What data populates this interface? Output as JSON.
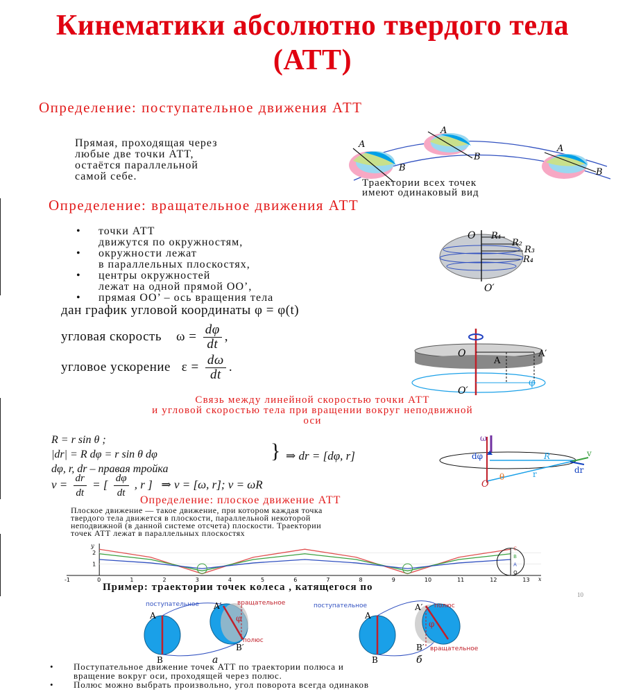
{
  "title_line1": "Кинематики абсолютно твердого тела",
  "title_line2": "(АТТ)",
  "sec1": {
    "heading": "Определение: поступательное движения АТТ",
    "text_lines": [
      "Прямая, проходящая через",
      "любые две точки АТТ,",
      "остаётся параллельной",
      "самой себе."
    ],
    "caption_lines": [
      "Траектории всех точек",
      "имеют одинаковый вид"
    ],
    "pointA": "A",
    "pointB": "B"
  },
  "sec2": {
    "heading": "Определение: вращательное движения АТТ",
    "bullets": [
      {
        "main": "точки АТТ",
        "cont": "движутся по окружностям,"
      },
      {
        "main": "окружности лежат",
        "cont": "в параллельных плоскостях,"
      },
      {
        "main": "центры окружностей",
        "cont": "лежат на одной прямой OO’,"
      },
      {
        "main": "прямая OO’ – ось вращения тела",
        "cont": ""
      }
    ],
    "sphere_labels": {
      "O": "O",
      "O2": "O′",
      "R1": "R₁",
      "R2": "R₂",
      "R3": "R₃",
      "R4": "R₄"
    }
  },
  "angular": {
    "line1": "дан  график угловой координаты  φ = φ(t)",
    "vel_label": "угловая скорость",
    "vel_lhs": "ω =",
    "vel_num": "dφ",
    "vel_den": "dt",
    "vel_end": ",",
    "acc_label": "угловое ускорение",
    "acc_lhs": "ε =",
    "acc_num": "dω",
    "acc_den": "dt",
    "acc_end": ".",
    "disk_labels": {
      "O": "O",
      "O2": "O′",
      "A": "A",
      "A2": "A′",
      "phi": "φ"
    }
  },
  "link": {
    "heading1": "Связь между линейной скоростью точки АТТ",
    "heading2": "и угловой скоростью тела при вращении вокруг неподвижной",
    "heading3": "оси",
    "f1": "R = r sin θ ;",
    "f2": "|dr| = R dφ = r sin θ dφ",
    "f3": "dφ, r, dr –  правая тройка",
    "f_right": "⇒ dr = [dφ, r]",
    "f4_lhs": "v =",
    "f4_num": "dr",
    "f4_den": "dt",
    "f4_mid": "= [",
    "f4_num2": "dφ",
    "f4_den2": "dt",
    "f4_r": ", r ]",
    "f4_end": "⇒   v = [ω, r];  v = ωR",
    "vec_labels": {
      "omega": "ω",
      "dphi": "dφ",
      "R": "R",
      "v": "v",
      "dr": "dr",
      "r": "r",
      "O": "O",
      "theta": "θ"
    }
  },
  "plane": {
    "heading": "Определение: плоское движение АТТ",
    "text_lines": [
      "Плоское движение — такое движение, при котором каждая точка",
      "твердого тела движется в плоскости, параллельной некоторой",
      "неподвижной (в данной системе отсчета) плоскости. Траектории",
      "точек АТТ лежат в параллельных плоскостях"
    ],
    "example": "Пример: траектории  точек колеса , катящегося по",
    "page_num": "10"
  },
  "chart_data": {
    "type": "line",
    "title": "",
    "xlabel": "x",
    "ylabel": "y",
    "x_ticks": [
      -1,
      0,
      1,
      2,
      3,
      4,
      5,
      6,
      7,
      8,
      9,
      10,
      11,
      12,
      13
    ],
    "y_ticks": [
      1,
      2
    ],
    "xlim": [
      -1,
      13.5
    ],
    "ylim": [
      0,
      2.8
    ],
    "series": [
      {
        "color": "#e05050",
        "x": [
          0,
          1.57,
          3.14,
          4.71,
          6.28,
          7.85,
          9.42,
          10.99,
          12.57
        ],
        "y": [
          2.3,
          1.6,
          0.15,
          1.6,
          2.3,
          1.6,
          0.15,
          1.6,
          2.3
        ]
      },
      {
        "color": "#3aa040",
        "x": [
          0,
          1.57,
          3.14,
          4.71,
          6.28,
          7.85,
          9.42,
          10.99,
          12.57
        ],
        "y": [
          1.9,
          1.4,
          0.4,
          1.4,
          1.9,
          1.4,
          0.4,
          1.4,
          1.9
        ]
      },
      {
        "color": "#3050c0",
        "x": [
          0,
          1.57,
          3.14,
          4.71,
          6.28,
          7.85,
          9.42,
          10.99,
          12.57
        ],
        "y": [
          1.4,
          1.1,
          0.6,
          1.1,
          1.4,
          1.1,
          0.6,
          1.1,
          1.4
        ]
      }
    ],
    "point_labels": [
      "C",
      "B",
      "A",
      "O"
    ]
  },
  "decomp": {
    "labels": {
      "post": "поступательное",
      "vrash": "вращательное",
      "polus": "полюс",
      "A": "A",
      "A2": "A′",
      "B": "B",
      "B2": "B′",
      "phi": "φ",
      "a": "а",
      "b": "б"
    }
  },
  "final_bullets": [
    "Поступательное движение точек АТТ по траектории полюса и",
    "вращение вокруг оси, проходящей через полюс.",
    "Полюс можно выбрать произвольно, угол поворота всегда одинаков"
  ]
}
